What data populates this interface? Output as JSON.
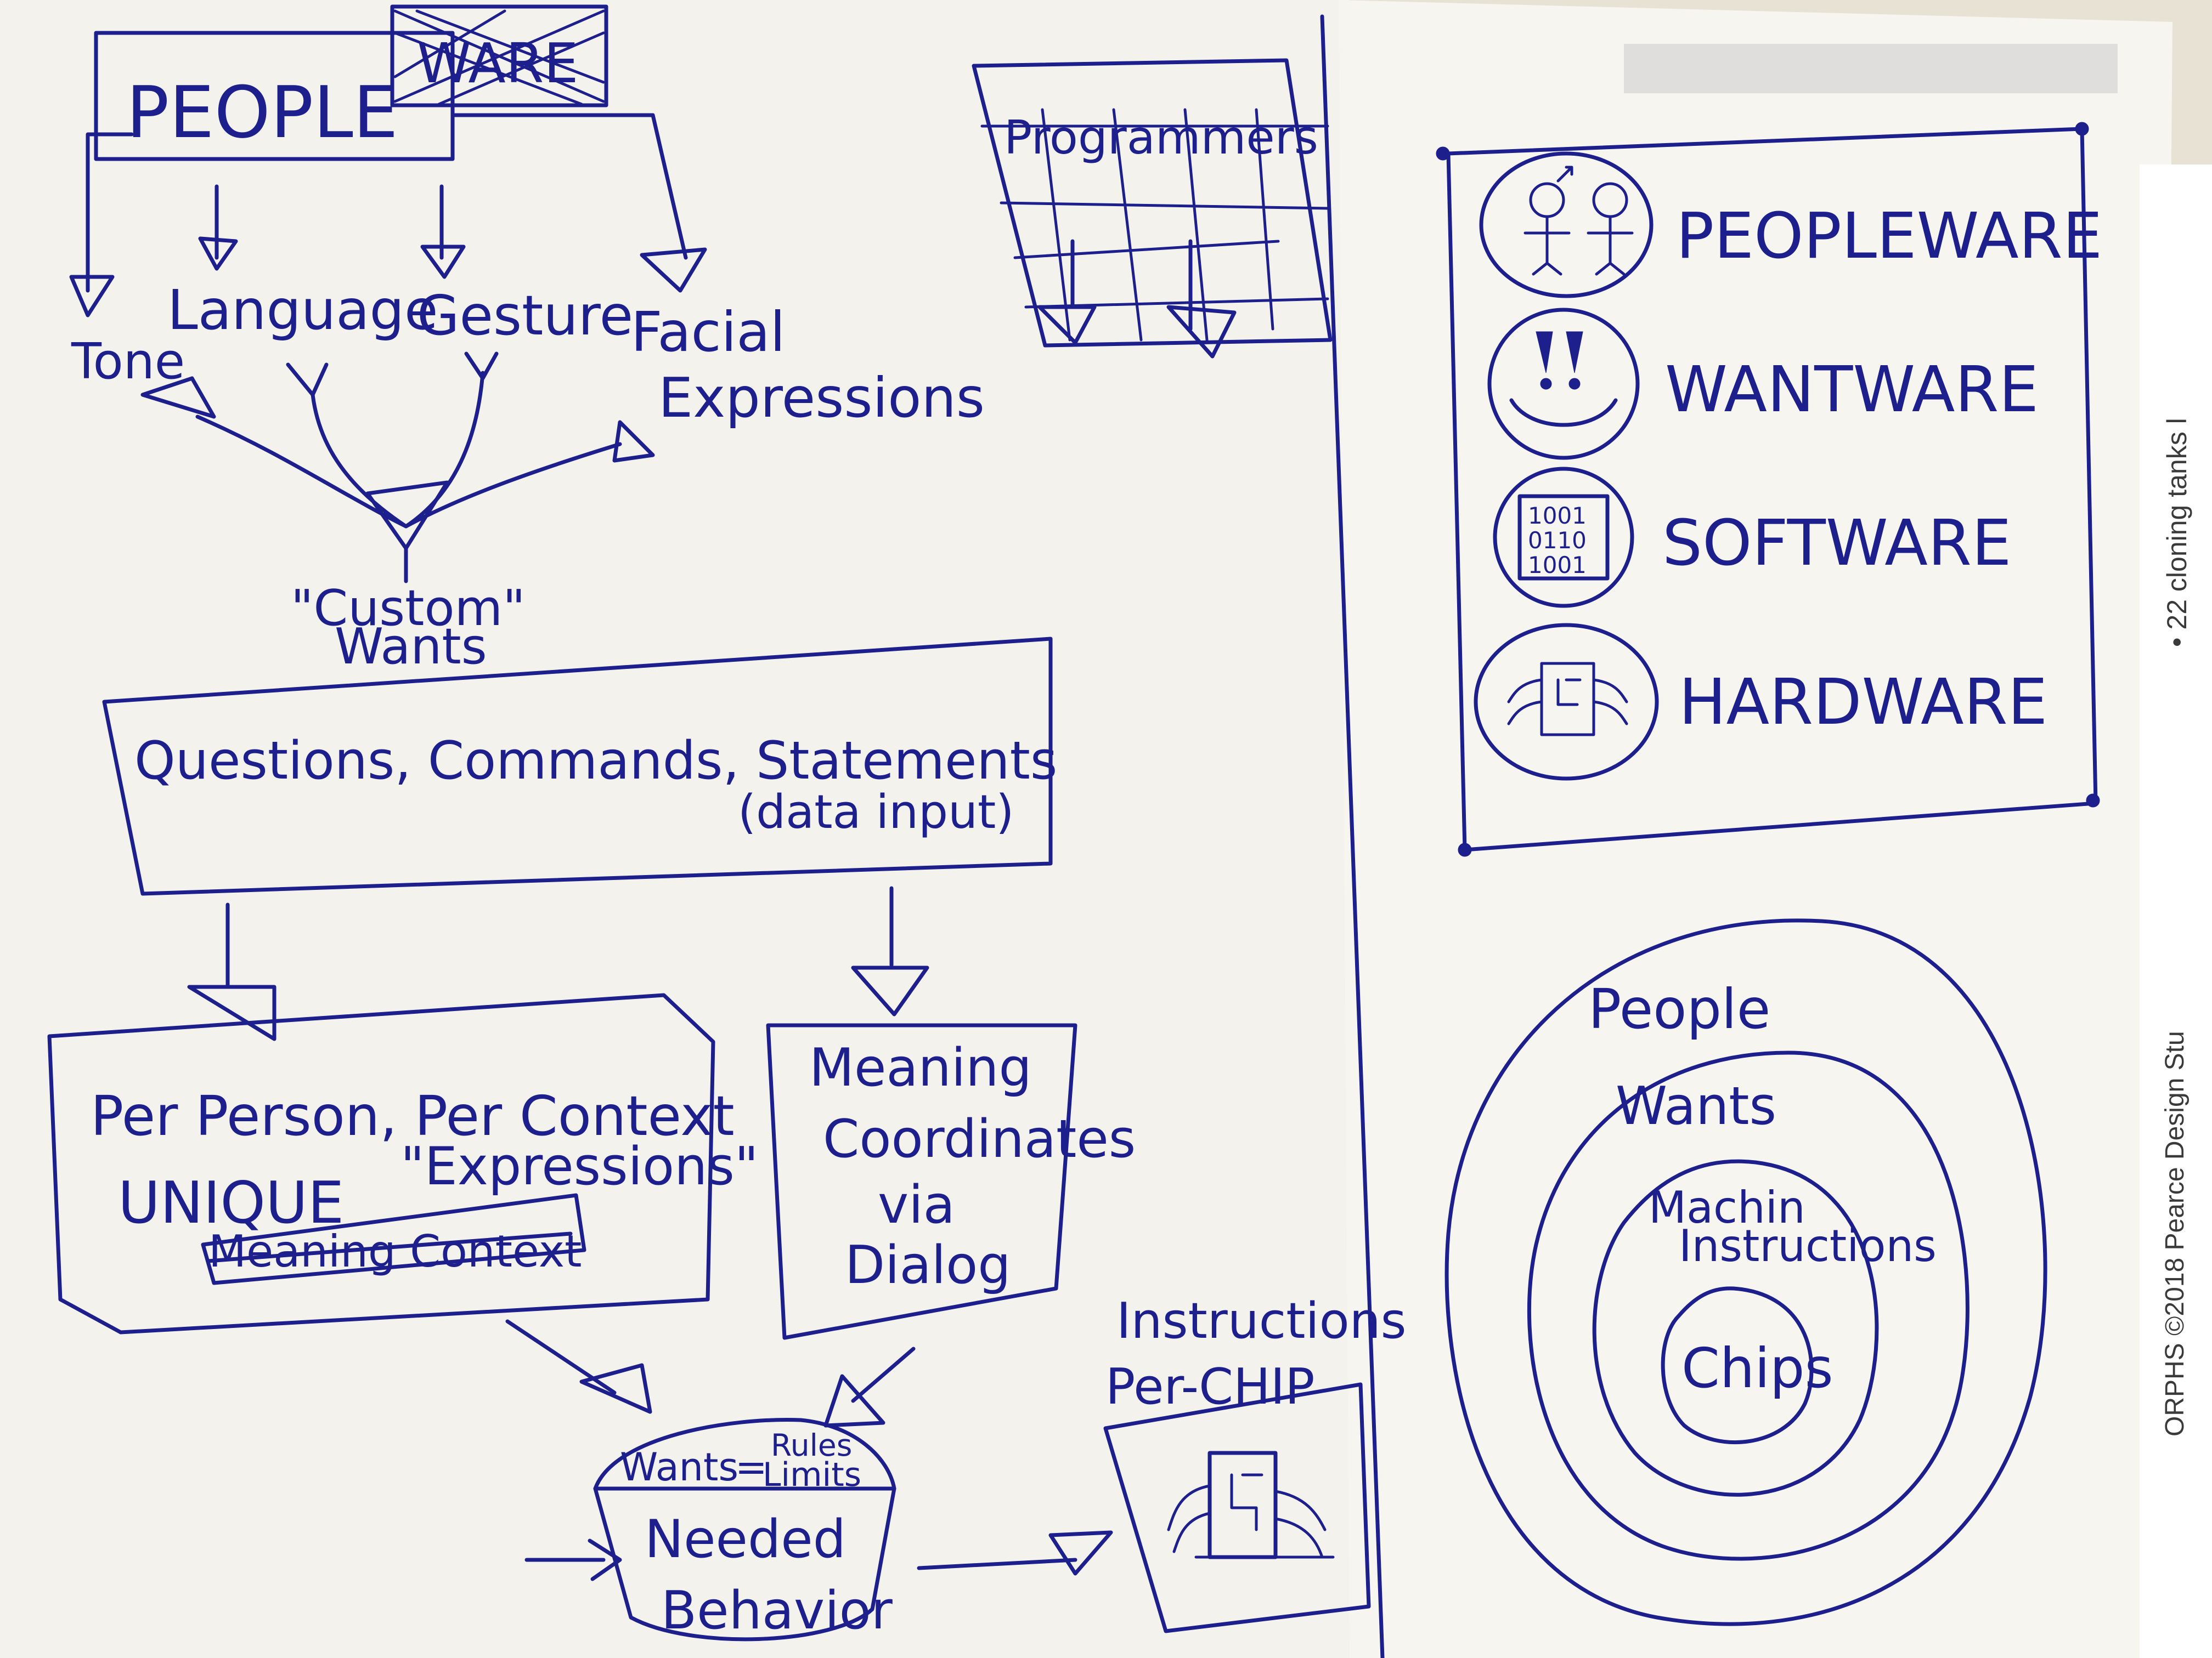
{
  "left": {
    "people_box": {
      "label": "PEOPLE",
      "crossed_label": "WARE"
    },
    "channels": [
      {
        "label": "Tone"
      },
      {
        "label": "Language"
      },
      {
        "label": "Gesture"
      },
      {
        "label": "Facial Expressions",
        "line1": "Facial",
        "line2": "Expressions"
      }
    ],
    "custom_wants": {
      "line1": "\"Custom\"",
      "line2": "Wants"
    },
    "input_box": {
      "line1": "Questions, Commands, Statements",
      "line2": "(data input)"
    },
    "unique_box": {
      "line1": "Per Person, Per Context",
      "line2": "UNIQUE",
      "line3": "\"Expressions\"",
      "crossed": "Meaning Context"
    },
    "meaning_box": {
      "line1": "Meaning",
      "line2": "Coordinates",
      "line3": "via",
      "line4": "Dialog"
    },
    "bowl": {
      "top_left": "Wants",
      "equals": "=",
      "rules": "Rules",
      "limits": "Limits",
      "line1": "Needed",
      "line2": "Behavior"
    },
    "programmers": {
      "label": "Programmers"
    },
    "instructions": {
      "line1": "Instructions",
      "line2": "Per-CHIP"
    }
  },
  "right": {
    "ware_stack": [
      {
        "label": "PEOPLEWARE",
        "icon": "people-icon"
      },
      {
        "label": "WANTWARE",
        "icon": "smiley-icon"
      },
      {
        "label": "SOFTWARE",
        "icon": "binary-icon",
        "binary": [
          "1001",
          "0110",
          "1001"
        ]
      },
      {
        "label": "HARDWARE",
        "icon": "chip-icon"
      }
    ],
    "rings": [
      {
        "label": "People"
      },
      {
        "label": "Wants"
      },
      {
        "label": "Machin Instructions",
        "line1": "Machin",
        "line2": "Instructions"
      },
      {
        "label": "Chips"
      }
    ]
  },
  "margin_print": {
    "right_top": "• 22 cloning tanks l",
    "right_bottom": "ORPHS ©2018 Pearce Design Stu"
  }
}
